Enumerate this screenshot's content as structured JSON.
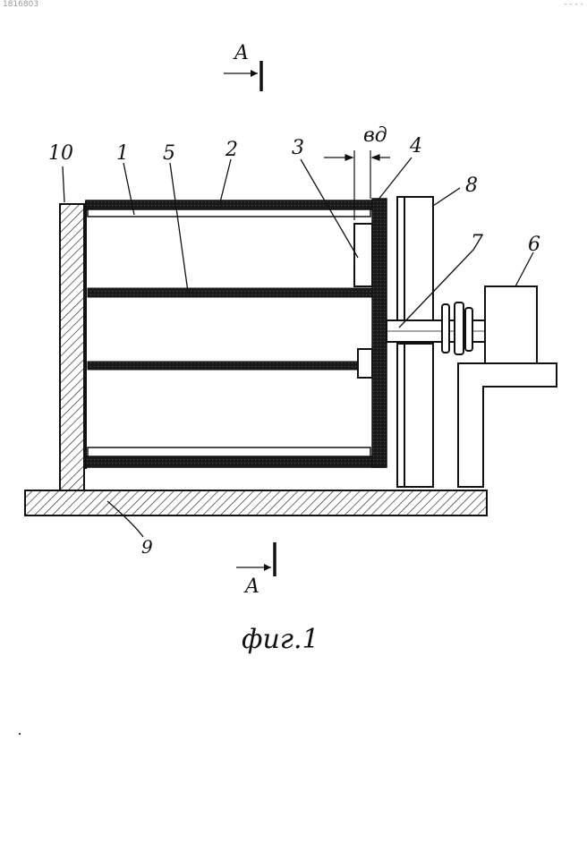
{
  "document": {
    "id_text": "1816803",
    "corner_text": "- - - -",
    "figure_caption": "фиг.1"
  },
  "section_markers": {
    "top": "A",
    "bottom": "A"
  },
  "dimension_label": "вд",
  "part_labels": {
    "p1": "1",
    "p2": "2",
    "p3": "3",
    "p4": "4",
    "p5": "5",
    "p6": "6",
    "p7": "7",
    "p8": "8",
    "p9": "9",
    "p10": "10"
  },
  "colors": {
    "ink": "#111111",
    "hatch": "#222222",
    "paper": "#ffffff"
  }
}
